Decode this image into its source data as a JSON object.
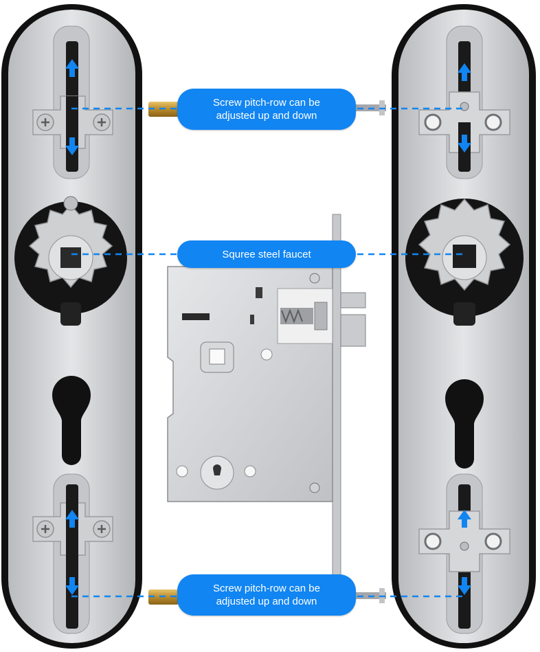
{
  "callouts": {
    "top": "Screw pitch-row can be\nadjusted up and down",
    "middle": "Squree steel faucet",
    "bottom": "Screw pitch-row can be\nadjusted up and down"
  },
  "colors": {
    "accent": "#1185f2",
    "plate_frame": "#111111",
    "plate_steel": "#d3d4d6",
    "background": "#ffffff"
  },
  "icons": {
    "arrow": "up-down-arrow-icon",
    "screw": "phillips-screw-icon"
  }
}
